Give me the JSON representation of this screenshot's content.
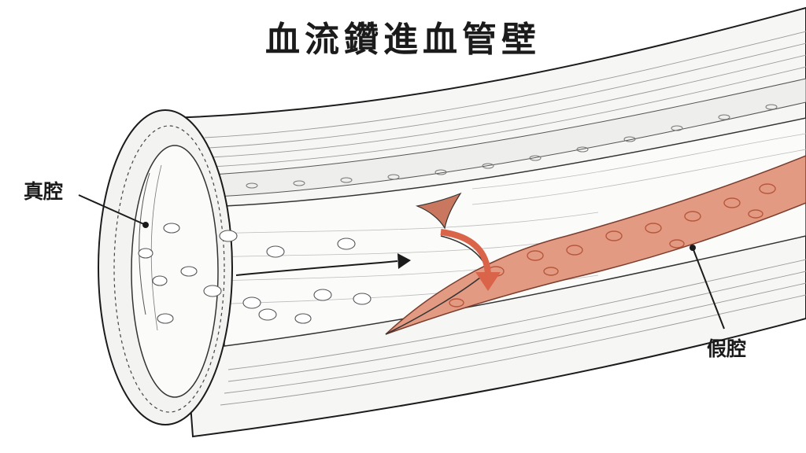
{
  "title": "血流鑽進血管壁",
  "labels": {
    "true_lumen": "真腔",
    "false_lumen": "假腔"
  },
  "colors": {
    "false_lumen_fill": "#e39a82",
    "false_lumen_cell": "#c96b50",
    "flow_arrow": "#d9644a",
    "ink": "#1b1b1b",
    "wall": "#f6f6f4"
  }
}
